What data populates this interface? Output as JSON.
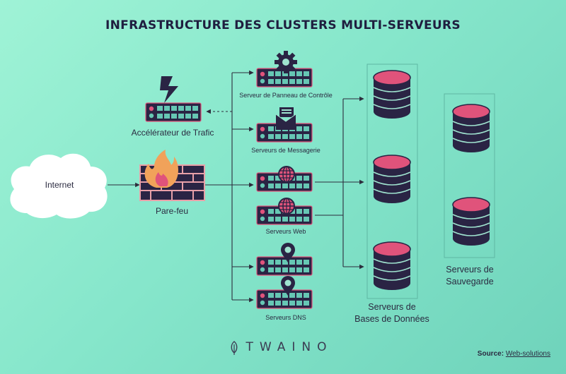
{
  "title": "INFRASTRUCTURE DES CLUSTERS MULTI-SERVEURS",
  "colors": {
    "dark": "#2a2444",
    "pink": "#e0537b",
    "teal": "#66c7b4",
    "orange": "#f1a25a",
    "line": "#2c2c3c"
  },
  "nodes": {
    "internet": "Internet",
    "firewall": "Pare-feu",
    "accelerator": "Accélérateur de Trafic",
    "control_panel": "Serveur de Panneau de Contrôle",
    "mail": "Serveurs de Messagerie",
    "web": "Serveurs Web",
    "dns": "Serveurs DNS",
    "databases_line1": "Serveurs de",
    "databases_line2": "Bases de Données",
    "backup_line1": "Serveurs de",
    "backup_line2": "Sauvegarde"
  },
  "icons": {
    "cloud": "cloud-icon",
    "firewall": "firewall-icon",
    "lightning": "lightning-icon",
    "gear": "gear-icon",
    "mail": "envelope-icon",
    "globe": "globe-icon",
    "pin": "location-pin-icon",
    "database": "database-icon",
    "server": "server-rack-icon"
  },
  "brand": "TWAINO",
  "source": {
    "label": "Source:",
    "link": "Web-solutions"
  }
}
